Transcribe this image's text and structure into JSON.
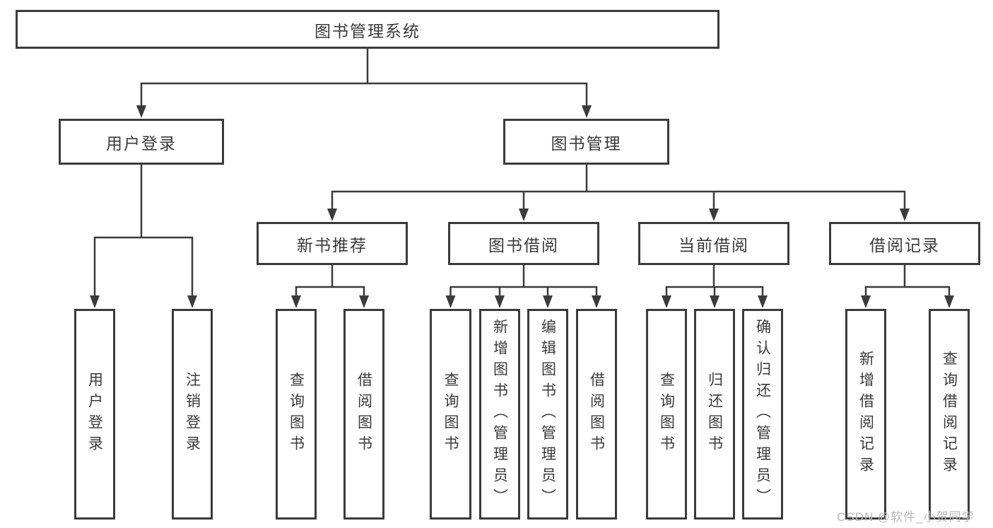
{
  "tree": {
    "label": "图书管理系统",
    "children": [
      {
        "label": "用户登录",
        "children": [
          {
            "label": "用户登录"
          },
          {
            "label": "注销登录"
          }
        ]
      },
      {
        "label": "图书管理",
        "children": [
          {
            "label": "新书推荐",
            "children": [
              {
                "label": "查询图书"
              },
              {
                "label": "借阅图书"
              }
            ]
          },
          {
            "label": "图书借阅",
            "children": [
              {
                "label": "查询图书"
              },
              {
                "label": "新增图书（管理员）"
              },
              {
                "label": "编辑图书（管理员）"
              },
              {
                "label": "借阅图书"
              }
            ]
          },
          {
            "label": "当前借阅",
            "children": [
              {
                "label": "查询图书"
              },
              {
                "label": "归还图书"
              },
              {
                "label": "确认归还（管理员）"
              }
            ]
          },
          {
            "label": "借阅记录",
            "children": [
              {
                "label": "新增借阅记录"
              },
              {
                "label": "查询借阅记录"
              }
            ]
          }
        ]
      }
    ]
  },
  "watermark": {
    "text": "CSDN @软件_小贺同学"
  },
  "colors": {
    "line": "#3b3b3b",
    "text": "#3a3a3a",
    "watermark_text": "#b9b9b9",
    "background": "#ffffff"
  }
}
